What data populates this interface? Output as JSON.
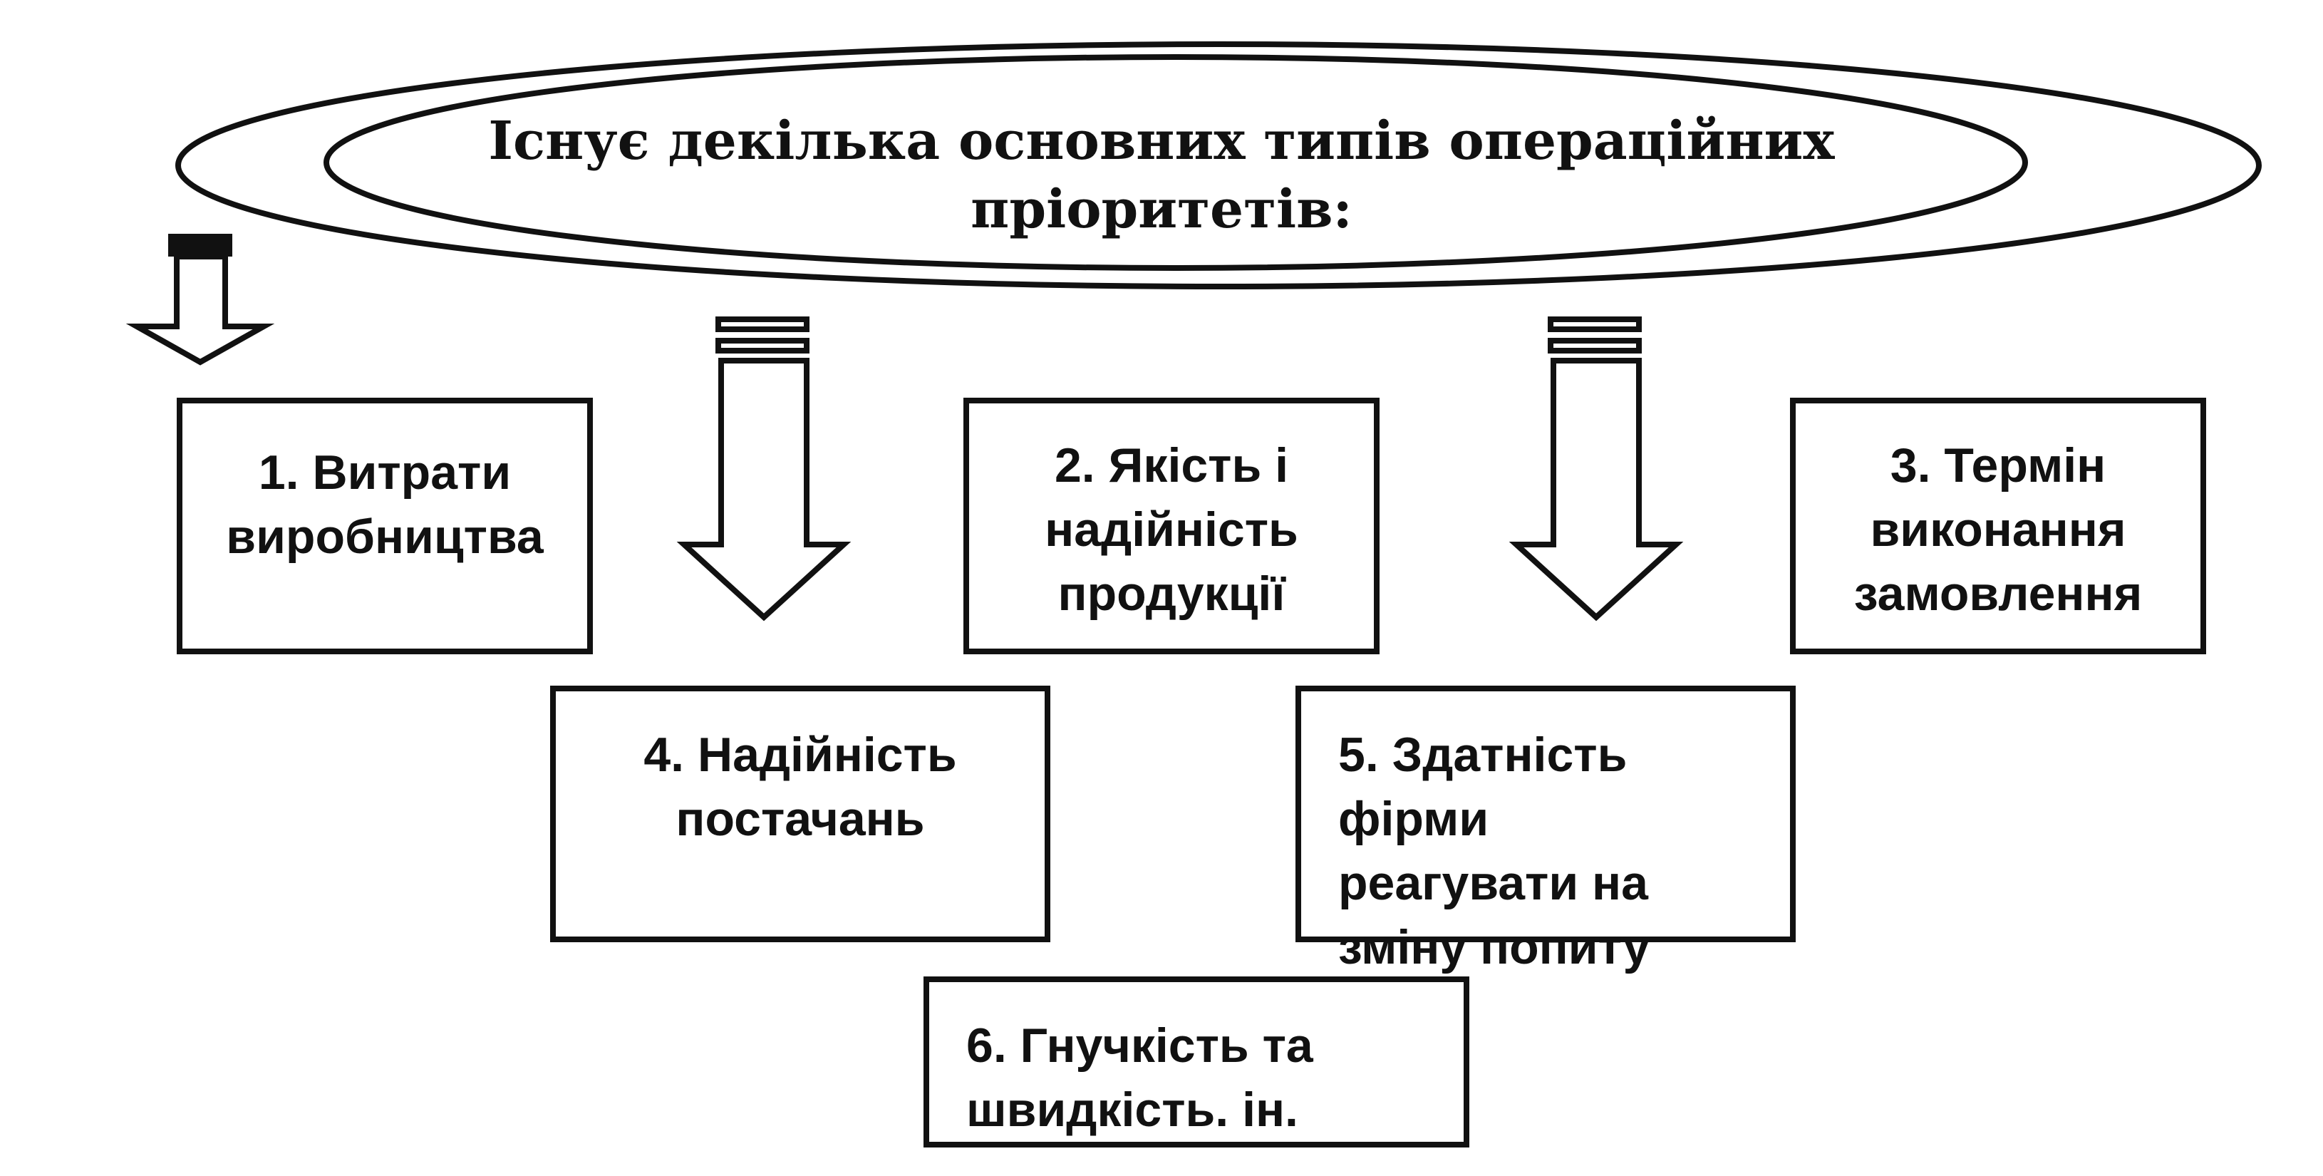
{
  "title": {
    "line1": "Існує декілька основних типів операційних",
    "line2": "пріоритетів:"
  },
  "boxes": [
    {
      "lines": [
        "1. Витрати",
        "виробництва"
      ]
    },
    {
      "lines": [
        "2. Якість і",
        "надійність",
        "продукції"
      ]
    },
    {
      "lines": [
        "3. Термін",
        "виконання",
        "замовлення"
      ]
    },
    {
      "lines": [
        "4. Надійність",
        "постачань"
      ]
    },
    {
      "lines": [
        "5. Здатність фірми",
        "реагувати на",
        "зміну попиту"
      ]
    },
    {
      "lines": [
        "6. Гнучкість та",
        "швидкість. ін."
      ]
    }
  ]
}
